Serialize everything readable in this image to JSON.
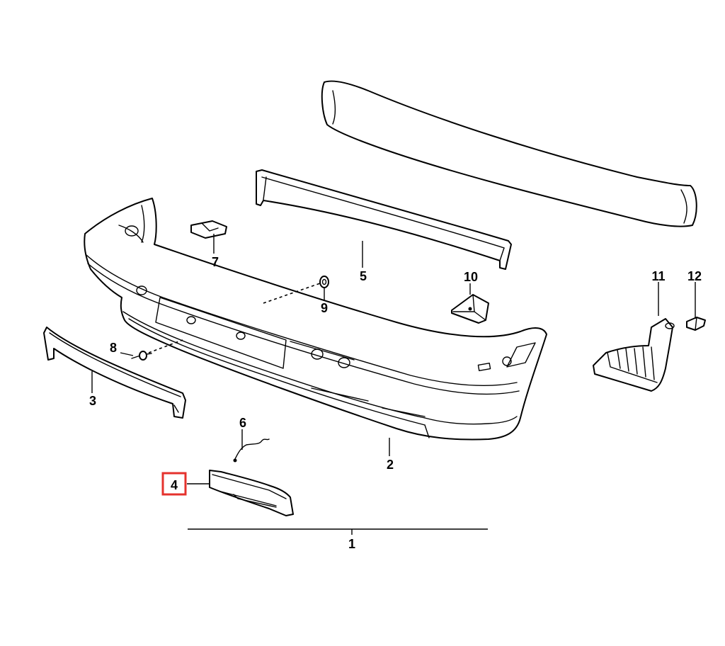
{
  "diagram": {
    "highlight_color": "#e5322d",
    "highlighted_part": "4",
    "callouts": {
      "p1": "1",
      "p2": "2",
      "p3": "3",
      "p4": "4",
      "p5": "5",
      "p6": "6",
      "p7": "7",
      "p8": "8",
      "p9": "9",
      "p10": "10",
      "p11": "11",
      "p12": "12"
    }
  }
}
